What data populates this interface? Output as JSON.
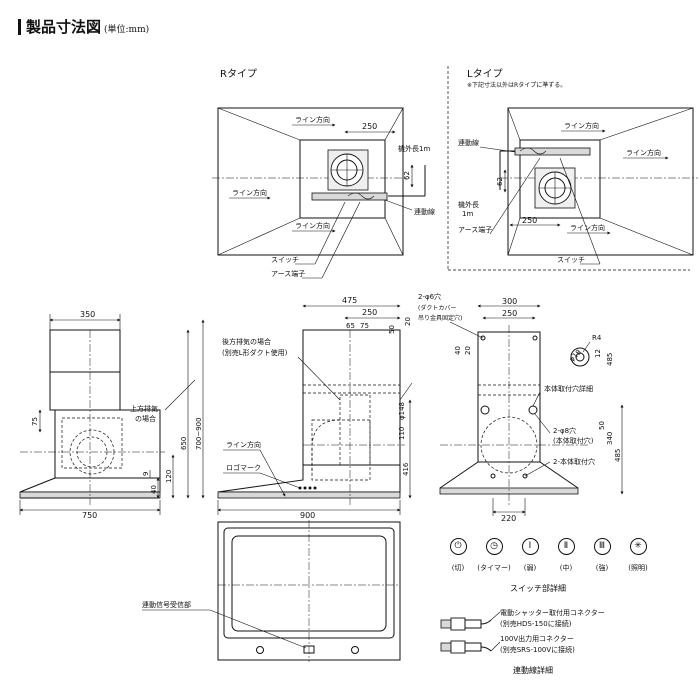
{
  "title": "製品寸法図",
  "title_unit": "(単位:mm)",
  "r_type": {
    "heading": "Rタイプ",
    "line_dir": "ライン方向",
    "dim_250": "250",
    "dim_62": "62",
    "cable_length": "機外長1m",
    "interlock_cable": "連動線",
    "switch": "スイッチ",
    "earth": "アース端子"
  },
  "l_type": {
    "heading": "Lタイプ",
    "note": "※下記寸法以外はRタイプに準ずる。",
    "line_dir": "ライン方向",
    "interlock_cable": "連動線",
    "cable_length_a": "機外長",
    "cable_length_b": "1m",
    "dim_62": "62",
    "earth": "アース端子",
    "dim_250": "250",
    "switch": "スイッチ"
  },
  "front_view": {
    "dim_350": "350",
    "dim_75": "75",
    "top_exhaust_a": "上方排気",
    "top_exhaust_b": "の場合",
    "dim_9": "9",
    "dim_40": "40",
    "dim_120": "120",
    "dim_650": "650",
    "dim_range": "700~900",
    "dim_750": "750"
  },
  "side_view": {
    "dim_475": "475",
    "dim_250": "250",
    "dim_65": "65",
    "dim_75": "75",
    "dim_50": "50",
    "dim_20": "20",
    "rear_exhaust_a": "後方排気の場合",
    "rear_exhaust_b": "(別売L形ダクト使用)",
    "dim_148": "φ148",
    "dim_110": "110",
    "line_dir": "ライン方向",
    "logo_mark": "ロゴマーク",
    "dim_416": "416",
    "dim_900": "900"
  },
  "back_view": {
    "holes_6": "2-φ6穴",
    "duct_cover_a": "(ダクトカバー",
    "duct_cover_b": "吊り金具固定穴)",
    "dim_300": "300",
    "dim_250": "250",
    "dim_40": "40",
    "dim_20": "20",
    "dim_r4": "R4",
    "dim_18": "φ18",
    "dim_12": "12",
    "dim_485a": "485",
    "mount_detail": "本体取付穴詳細",
    "holes_8": "2-φ8穴",
    "holes_8_sub": "(本体取付穴)",
    "dim_50": "50",
    "dim_340": "340",
    "mount_holes": "2-本体取付穴",
    "dim_485b": "485",
    "dim_220": "220"
  },
  "bottom_view": {
    "receiver": "連動信号受信部"
  },
  "switch_detail": {
    "title": "スイッチ部詳細",
    "buttons": [
      {
        "icon": "power-icon",
        "glyph": "⏻",
        "label": "(切)"
      },
      {
        "icon": "timer-icon",
        "glyph": "◷",
        "label": "(タイマー)"
      },
      {
        "icon": "level-1-icon",
        "glyph": "Ⅰ",
        "label": "(弱)"
      },
      {
        "icon": "level-2-icon",
        "glyph": "Ⅱ",
        "label": "(中)"
      },
      {
        "icon": "level-3-icon",
        "glyph": "Ⅲ",
        "label": "(強)"
      },
      {
        "icon": "light-icon",
        "glyph": "✳",
        "label": "(照明)"
      }
    ]
  },
  "connector_detail": {
    "title": "連動線詳細",
    "conn1_a": "電動シャッター取付用コネクター",
    "conn1_b": "(別売HDS-150に接続)",
    "conn2_a": "100V出力用コネクター",
    "conn2_b": "(別売SRS-100Vに接続)"
  }
}
